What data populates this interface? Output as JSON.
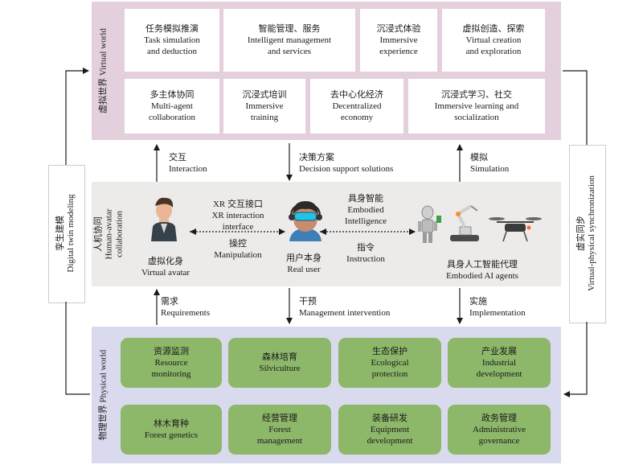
{
  "virtual_world": {
    "label_cn": "虚拟世界",
    "label_en": "Virtual world",
    "row1": [
      {
        "cn": "任务模拟推演",
        "en1": "Task simulation",
        "en2": "and deduction"
      },
      {
        "cn": "智能管理、服务",
        "en1": "Intelligent management",
        "en2": "and services"
      },
      {
        "cn": "沉浸式体验",
        "en1": "Immersive",
        "en2": "experience"
      },
      {
        "cn": "虚拟创造、探索",
        "en1": "Virtual creation",
        "en2": "and exploration"
      }
    ],
    "row2": [
      {
        "cn": "多主体协同",
        "en1": "Multi-agent",
        "en2": "collaboration"
      },
      {
        "cn": "沉浸式培训",
        "en1": "Immersive",
        "en2": "training"
      },
      {
        "cn": "去中心化经济",
        "en1": "Decentralized",
        "en2": "economy"
      },
      {
        "cn": "沉浸式学习、社交",
        "en1": "Immersive learning and",
        "en2": "socialization"
      }
    ]
  },
  "upper_flows": [
    {
      "cn": "交互",
      "en": "Interaction"
    },
    {
      "cn": "决策方案",
      "en": "Decision support solutions"
    },
    {
      "cn": "模拟",
      "en": "Simulation"
    }
  ],
  "human_avatar": {
    "label_cn": "人机协同",
    "label_en1": "Human-avatar",
    "label_en2": "collaboration",
    "avatar": {
      "cn": "虚拟化身",
      "en": "Virtual avatar"
    },
    "user": {
      "cn": "用户本身",
      "en": "Real user"
    },
    "agents": {
      "cn": "具身人工智能代理",
      "en": "Embodied AI agents"
    },
    "xr": {
      "cn": "XR 交互接口",
      "en1": "XR interaction",
      "en2": "interface"
    },
    "manip": {
      "cn": "操控",
      "en": "Manipulation"
    },
    "embodied": {
      "cn": "具身智能",
      "en1": "Embodied",
      "en2": "Intelligence"
    },
    "instr": {
      "cn": "指令",
      "en": "Instruction"
    }
  },
  "lower_flows": [
    {
      "cn": "需求",
      "en": "Requirements"
    },
    {
      "cn": "干预",
      "en": "Management intervention"
    },
    {
      "cn": "实施",
      "en": "Implementation"
    }
  ],
  "physical_world": {
    "label_cn": "物理世界",
    "label_en": "Physical world",
    "row1": [
      {
        "cn": "资源监测",
        "en1": "Resource",
        "en2": "monitoring"
      },
      {
        "cn": "森林培育",
        "en1": "Silviculture",
        "en2": ""
      },
      {
        "cn": "生态保护",
        "en1": "Ecological",
        "en2": "protection"
      },
      {
        "cn": "产业发展",
        "en1": "Industrial",
        "en2": "development"
      }
    ],
    "row2": [
      {
        "cn": "林木育种",
        "en1": "Forest genetics",
        "en2": ""
      },
      {
        "cn": "经营管理",
        "en1": "Forest",
        "en2": "management"
      },
      {
        "cn": "装备研发",
        "en1": "Equipment",
        "en2": "development"
      },
      {
        "cn": "政务管理",
        "en1": "Administrative",
        "en2": "governance"
      }
    ]
  },
  "left_side": {
    "cn": "孪生建模",
    "en": "Digital twin modeling"
  },
  "right_side": {
    "cn": "虚实同步",
    "en": "Virtual-physical synchronization"
  },
  "colors": {
    "virtual": "#e3d0dc",
    "human": "#ecebe9",
    "physical": "#d9daed",
    "green_box": "#8db769"
  }
}
